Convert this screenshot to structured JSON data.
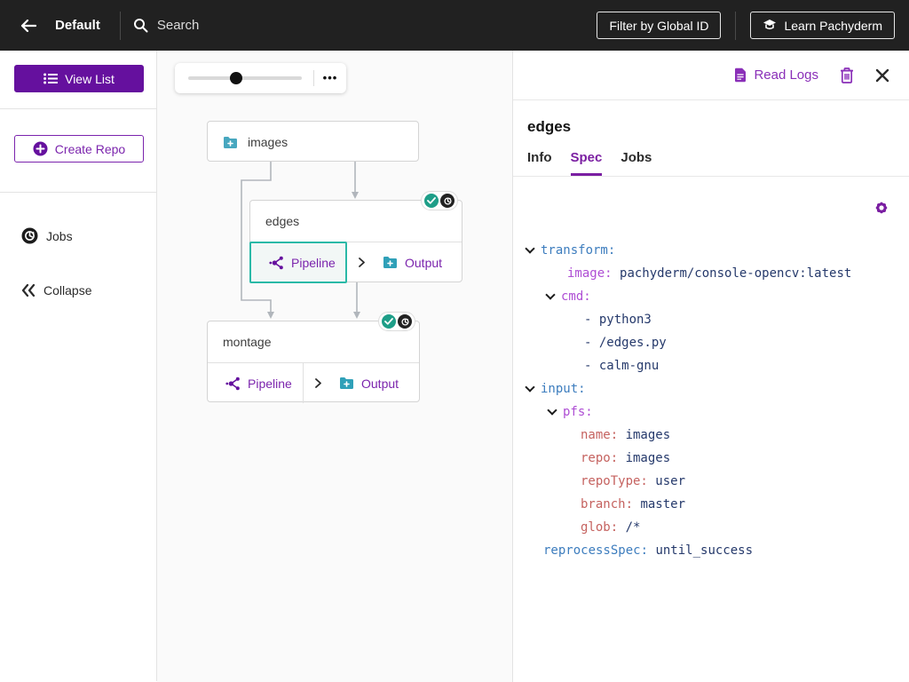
{
  "colors": {
    "topbar_bg": "#212121",
    "accent_purple": "#65109e",
    "link_purple": "#7b24ad",
    "tab_active_purple": "#7b1fa2",
    "folder_teal": "#47a7bf",
    "selected_border_teal": "#2ab9a7",
    "success_badge_teal": "#1e9e88",
    "code_key_level1": "#3d7dbe",
    "code_key_level2": "#ae4ed4",
    "code_key_level3": "#c5625f",
    "code_value_navy": "#25396b",
    "canvas_bg": "#fafafa"
  },
  "topbar": {
    "project_name": "Default",
    "search_placeholder": "Search",
    "filter_button_label": "Filter by Global ID",
    "learn_button_label": "Learn Pachyderm"
  },
  "sidebar": {
    "view_list_label": "View List",
    "create_repo_label": "Create Repo",
    "jobs_label": "Jobs",
    "collapse_label": "Collapse"
  },
  "canvas": {
    "zoom_slider_pct": 42,
    "more_options_glyph": "•••",
    "nodes": [
      {
        "id": "images",
        "label": "images",
        "kind": "repo"
      },
      {
        "id": "edges",
        "label": "edges",
        "kind": "pipeline",
        "pipeline_label": "Pipeline",
        "output_label": "Output",
        "selected_cell": "pipeline",
        "badges": [
          "check",
          "clock"
        ]
      },
      {
        "id": "montage",
        "label": "montage",
        "kind": "pipeline",
        "pipeline_label": "Pipeline",
        "output_label": "Output",
        "selected_cell": null,
        "badges": [
          "check",
          "clock"
        ]
      }
    ]
  },
  "panel": {
    "read_logs_label": "Read Logs",
    "title": "edges",
    "tabs": [
      "Info",
      "Spec",
      "Jobs"
    ],
    "active_tab": "Spec",
    "spec": {
      "lines": [
        {
          "pad": 0,
          "chev": true,
          "key": "transform:",
          "lvl": 1,
          "value": ""
        },
        {
          "pad": 46,
          "chev": false,
          "key": "image:",
          "lvl": 2,
          "value": "pachyderm/console-opencv:latest"
        },
        {
          "pad": 23,
          "chev": true,
          "key": "cmd:",
          "lvl": 2,
          "value": ""
        },
        {
          "pad": 65,
          "chev": false,
          "key": "",
          "lvl": 0,
          "value": "- python3"
        },
        {
          "pad": 65,
          "chev": false,
          "key": "",
          "lvl": 0,
          "value": "- /edges.py"
        },
        {
          "pad": 65,
          "chev": false,
          "key": "",
          "lvl": 0,
          "value": "- calm-gnu"
        },
        {
          "pad": 0,
          "chev": true,
          "key": "input:",
          "lvl": 1,
          "value": ""
        },
        {
          "pad": 25,
          "chev": true,
          "key": "pfs:",
          "lvl": 2,
          "value": ""
        },
        {
          "pad": 61,
          "chev": false,
          "key": "name:",
          "lvl": 3,
          "value": "images"
        },
        {
          "pad": 61,
          "chev": false,
          "key": "repo:",
          "lvl": 3,
          "value": "images"
        },
        {
          "pad": 61,
          "chev": false,
          "key": "repoType:",
          "lvl": 3,
          "value": "user"
        },
        {
          "pad": 61,
          "chev": false,
          "key": "branch:",
          "lvl": 3,
          "value": "master"
        },
        {
          "pad": 61,
          "chev": false,
          "key": "glob:",
          "lvl": 3,
          "value": "/*"
        },
        {
          "pad": 19,
          "chev": false,
          "key": "reprocessSpec:",
          "lvl": 1,
          "value": "until_success"
        }
      ]
    }
  }
}
